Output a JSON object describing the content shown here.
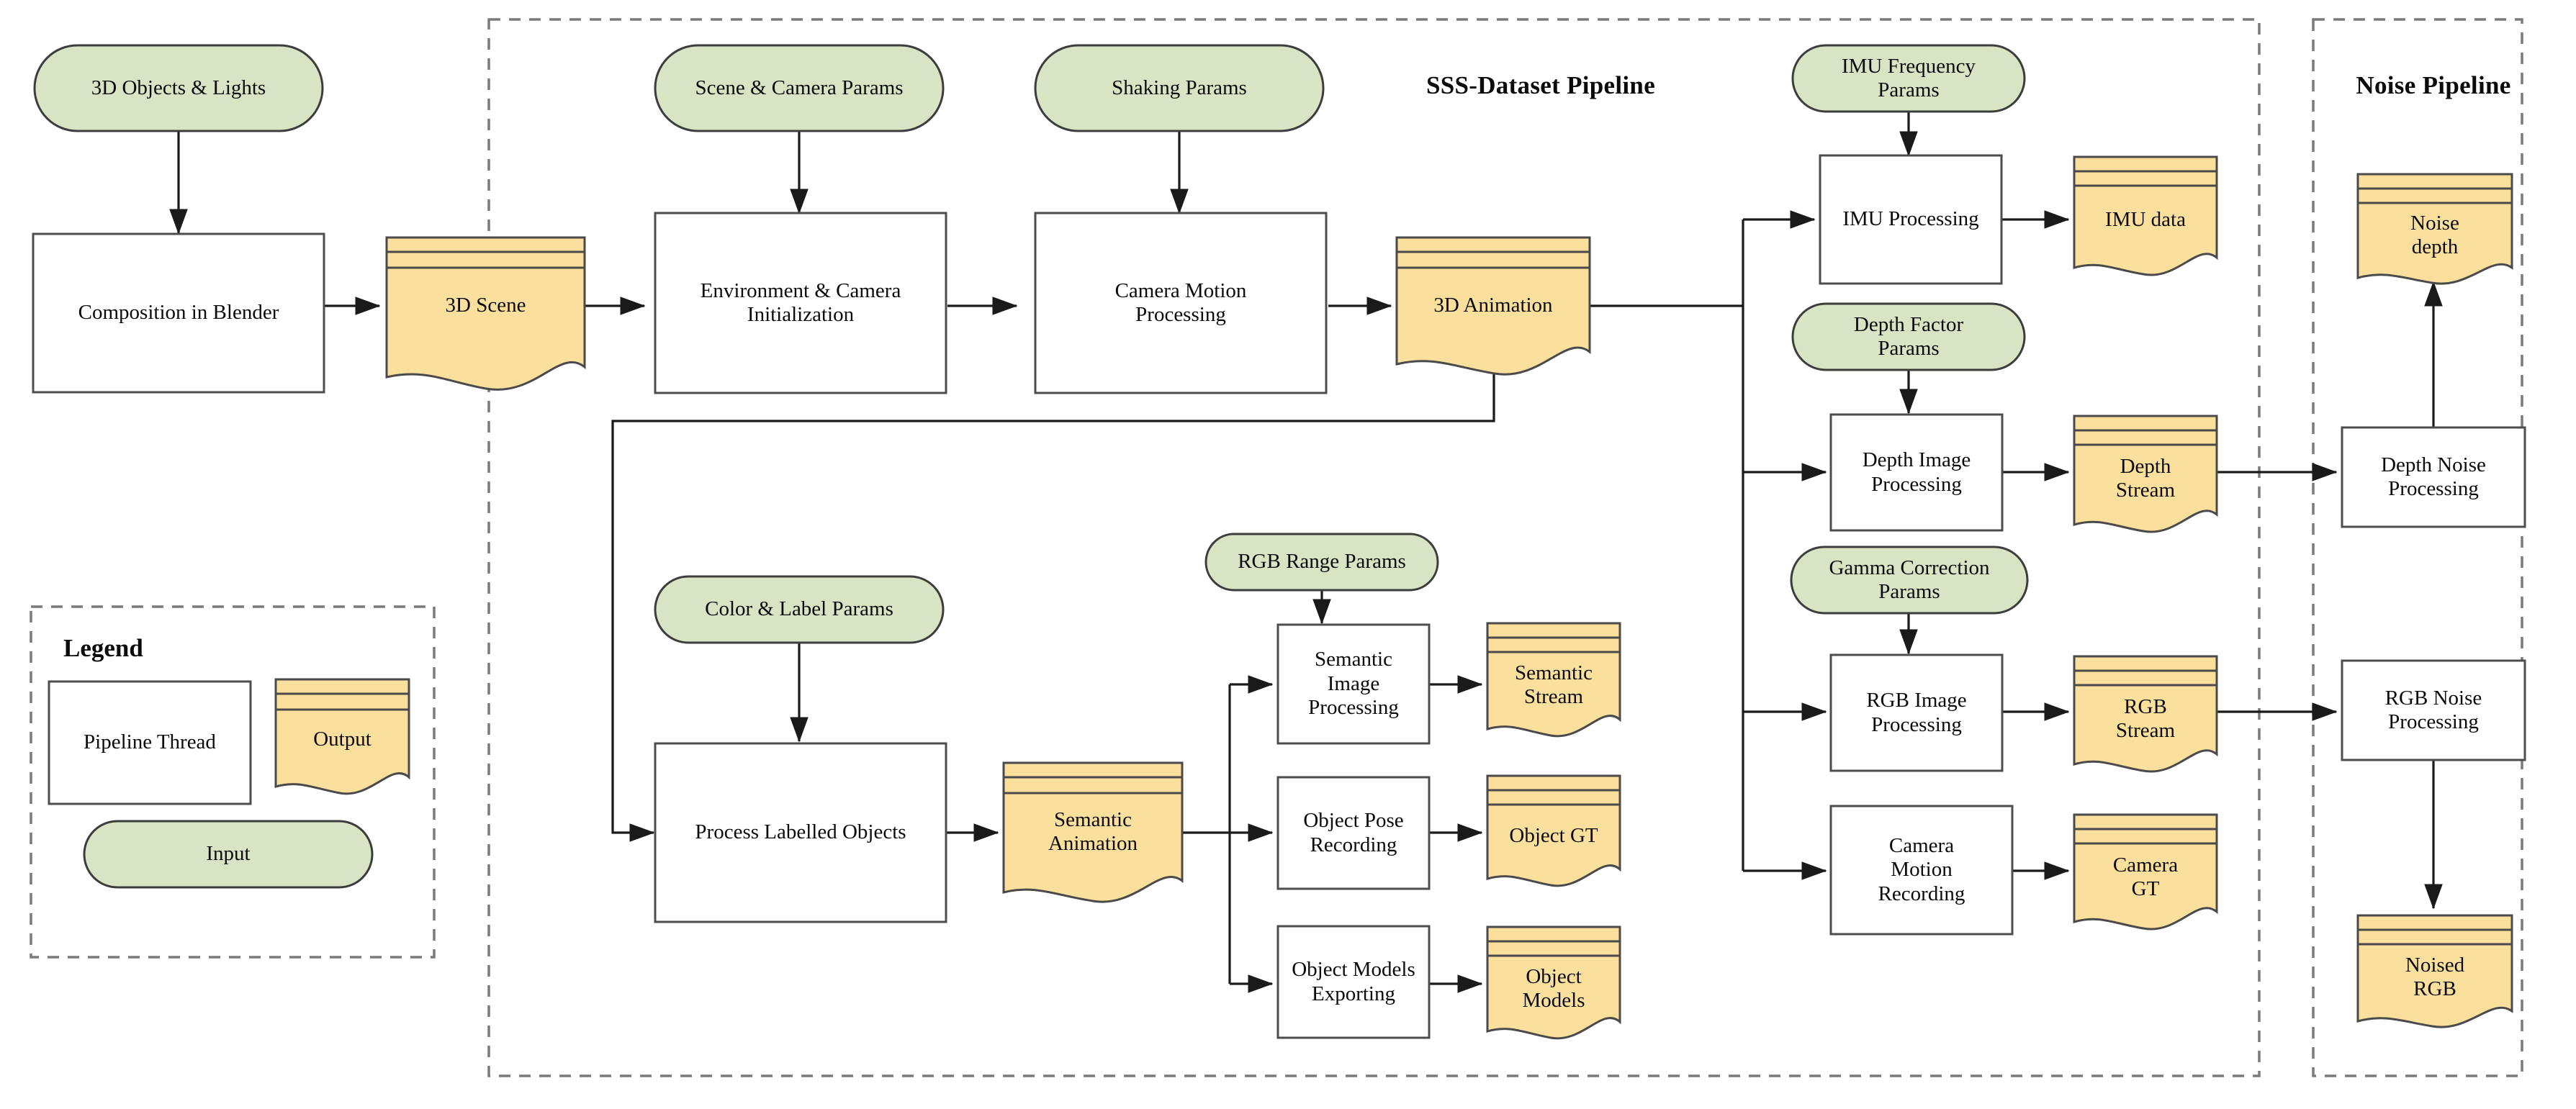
{
  "diagram": {
    "title": "SSS-Dataset Pipeline",
    "groups": [
      {
        "id": "sss",
        "label": "SSS-Dataset Pipeline"
      },
      {
        "id": "noise",
        "label": "Noise Pipeline"
      },
      {
        "id": "legend",
        "label": "Legend"
      }
    ],
    "legend": {
      "title": "Legend",
      "process_label": "Pipeline  Thread",
      "output_label": "Output",
      "input_label": "Input"
    },
    "colors": {
      "input_fill": "#d8e4c3",
      "input_stroke": "#5c6b49",
      "output_fill": "#fbdf9c",
      "output_stroke": "#6b5a22",
      "process_fill": "#ffffff",
      "process_stroke": "#4d4d4d",
      "edge": "#262626",
      "group_dash": "#7a7a7a",
      "text": "#0b0b0b"
    },
    "inputs": [
      {
        "id": "in_objects",
        "label": "3D Objects & Lights"
      },
      {
        "id": "in_scene_cam",
        "label": "Scene & Camera Params"
      },
      {
        "id": "in_shaking",
        "label": "Shaking Params"
      },
      {
        "id": "in_imu_freq",
        "label": "IMU Frequency\nParams"
      },
      {
        "id": "in_depth_factor",
        "label": "Depth Factor\nParams"
      },
      {
        "id": "in_gamma",
        "label": "Gamma Correction\nParams"
      },
      {
        "id": "in_color_label",
        "label": "Color & Label Params"
      },
      {
        "id": "in_rgb_range",
        "label": "RGB Range  Params"
      }
    ],
    "processes": [
      {
        "id": "p_composition",
        "label": "Composition in Blender"
      },
      {
        "id": "p_env_init",
        "label": "Environment & Camera\nInitialization"
      },
      {
        "id": "p_cam_motion",
        "label": "Camera Motion\nProcessing"
      },
      {
        "id": "p_imu",
        "label": "IMU Processing"
      },
      {
        "id": "p_depth_img",
        "label": "Depth Image\nProcessing"
      },
      {
        "id": "p_rgb_img",
        "label": "RGB Image\nProcessing"
      },
      {
        "id": "p_cam_rec",
        "label": "Camera\nMotion\nRecording"
      },
      {
        "id": "p_labelled",
        "label": "Process Labelled Objects"
      },
      {
        "id": "p_sem_img",
        "label": "Semantic\nImage\nProcessing"
      },
      {
        "id": "p_obj_pose",
        "label": "Object Pose\nRecording"
      },
      {
        "id": "p_obj_models",
        "label": "Object Models\nExporting"
      },
      {
        "id": "p_depth_noise",
        "label": "Depth Noise\nProcessing"
      },
      {
        "id": "p_rgb_noise",
        "label": "RGB Noise\nProcessing"
      }
    ],
    "outputs": [
      {
        "id": "o_3dscene",
        "label": "3D Scene"
      },
      {
        "id": "o_3danim",
        "label": "3D Animation"
      },
      {
        "id": "o_imu_data",
        "label": "IMU data"
      },
      {
        "id": "o_depth_stream",
        "label": "Depth\nStream"
      },
      {
        "id": "o_rgb_stream",
        "label": "RGB\nStream"
      },
      {
        "id": "o_cam_gt",
        "label": "Camera\nGT"
      },
      {
        "id": "o_sem_anim",
        "label": "Semantic\nAnimation"
      },
      {
        "id": "o_sem_stream",
        "label": "Semantic\nStream"
      },
      {
        "id": "o_obj_gt",
        "label": "Object GT"
      },
      {
        "id": "o_obj_models",
        "label": "Object\nModels"
      },
      {
        "id": "o_noise_depth",
        "label": "Noise\ndepth"
      },
      {
        "id": "o_noised_rgb",
        "label": "Noised\nRGB"
      }
    ],
    "edges": [
      {
        "from": "in_objects",
        "to": "p_composition"
      },
      {
        "from": "p_composition",
        "to": "o_3dscene"
      },
      {
        "from": "o_3dscene",
        "to": "p_env_init"
      },
      {
        "from": "in_scene_cam",
        "to": "p_env_init"
      },
      {
        "from": "p_env_init",
        "to": "p_cam_motion"
      },
      {
        "from": "in_shaking",
        "to": "p_cam_motion"
      },
      {
        "from": "p_cam_motion",
        "to": "o_3danim"
      },
      {
        "from": "o_3danim",
        "to": "p_imu"
      },
      {
        "from": "in_imu_freq",
        "to": "p_imu"
      },
      {
        "from": "p_imu",
        "to": "o_imu_data"
      },
      {
        "from": "o_3danim",
        "to": "p_depth_img"
      },
      {
        "from": "in_depth_factor",
        "to": "p_depth_img"
      },
      {
        "from": "p_depth_img",
        "to": "o_depth_stream"
      },
      {
        "from": "o_3danim",
        "to": "p_rgb_img"
      },
      {
        "from": "in_gamma",
        "to": "p_rgb_img"
      },
      {
        "from": "p_rgb_img",
        "to": "o_rgb_stream"
      },
      {
        "from": "o_3danim",
        "to": "p_cam_rec"
      },
      {
        "from": "p_cam_rec",
        "to": "o_cam_gt"
      },
      {
        "from": "o_3danim",
        "to": "p_labelled"
      },
      {
        "from": "in_color_label",
        "to": "p_labelled"
      },
      {
        "from": "p_labelled",
        "to": "o_sem_anim"
      },
      {
        "from": "o_sem_anim",
        "to": "p_sem_img"
      },
      {
        "from": "in_rgb_range",
        "to": "p_sem_img"
      },
      {
        "from": "p_sem_img",
        "to": "o_sem_stream"
      },
      {
        "from": "o_sem_anim",
        "to": "p_obj_pose"
      },
      {
        "from": "p_obj_pose",
        "to": "o_obj_gt"
      },
      {
        "from": "o_sem_anim",
        "to": "p_obj_models"
      },
      {
        "from": "p_obj_models",
        "to": "o_obj_models"
      },
      {
        "from": "o_depth_stream",
        "to": "p_depth_noise"
      },
      {
        "from": "p_depth_noise",
        "to": "o_noise_depth"
      },
      {
        "from": "o_rgb_stream",
        "to": "p_rgb_noise"
      },
      {
        "from": "p_rgb_noise",
        "to": "o_noised_rgb"
      }
    ]
  }
}
